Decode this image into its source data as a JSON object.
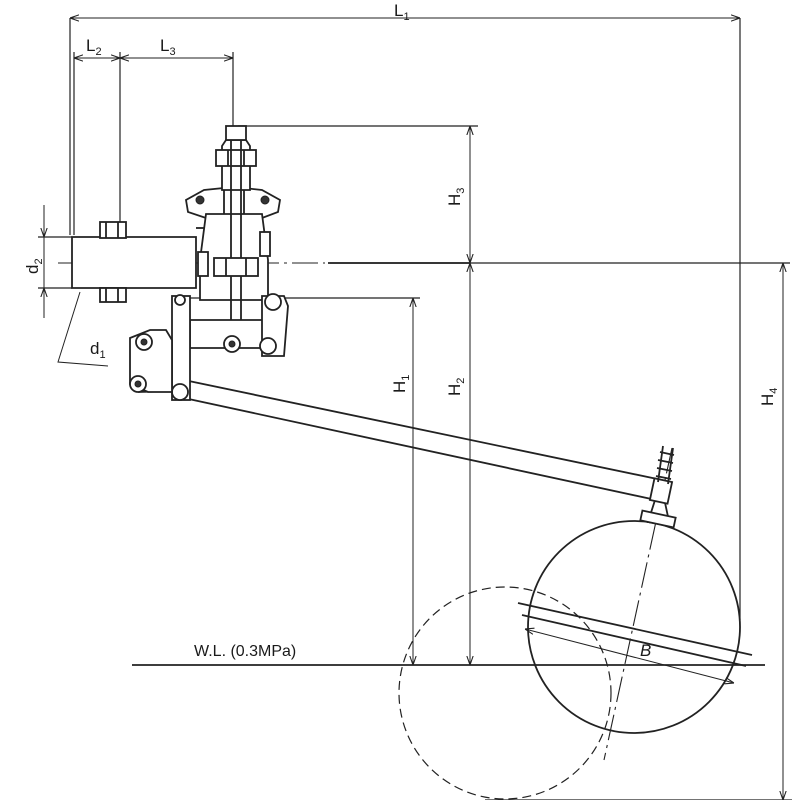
{
  "dimensions": {
    "L1": {
      "main": "L",
      "sub": "1"
    },
    "L2": {
      "main": "L",
      "sub": "2"
    },
    "L3": {
      "main": "L",
      "sub": "3"
    },
    "H1": {
      "main": "H",
      "sub": "1"
    },
    "H2": {
      "main": "H",
      "sub": "2"
    },
    "H3": {
      "main": "H",
      "sub": "3"
    },
    "H4": {
      "main": "H",
      "sub": "4"
    },
    "d1": {
      "main": "d",
      "sub": "1"
    },
    "d2": {
      "main": "d",
      "sub": "2"
    },
    "B": "B"
  },
  "water_level_label": "W.L. (0.3MPa)"
}
